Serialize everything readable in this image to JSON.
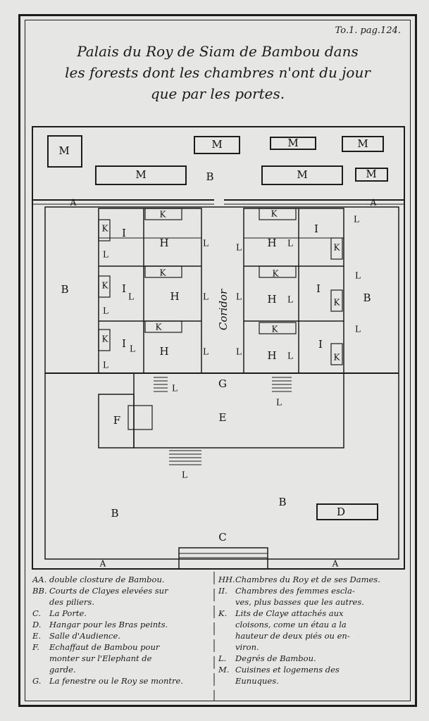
{
  "page_ref": "To.1. pag.124.",
  "title_lines": [
    "Palais du Roy de Siam de Bambou dans",
    "les forests dont les chambres n'ont du jour",
    "que par les portes."
  ],
  "plan_labels": {
    "M": "M",
    "B": "B",
    "A": "A",
    "K": "K",
    "I": "I",
    "H": "H",
    "L": "L",
    "G": "G",
    "E": "E",
    "F": "F",
    "D": "D",
    "C": "C",
    "corridor": "Coridor"
  },
  "legend_left": [
    {
      "key": "AA.",
      "lines": [
        "double closture de Bambou."
      ]
    },
    {
      "key": "BB.",
      "lines": [
        "Courts de Clayes elevées sur",
        "des piliers."
      ]
    },
    {
      "key": "C.",
      "lines": [
        "La Porte."
      ]
    },
    {
      "key": "D.",
      "lines": [
        "Hangar pour les Bras peints."
      ]
    },
    {
      "key": "E.",
      "lines": [
        "Salle d'Audience."
      ]
    },
    {
      "key": "F.",
      "lines": [
        "Echaffaut de Bambou pour",
        "monter sur l'Elephant de",
        "garde."
      ]
    },
    {
      "key": "G.",
      "lines": [
        "La fenestre ou le Roy se montre."
      ]
    }
  ],
  "legend_right": [
    {
      "key": "HH.",
      "lines": [
        "Chambres du Roy et de ses Dames."
      ]
    },
    {
      "key": "II.",
      "lines": [
        "Chambres des femmes escla-",
        "ves, plus basses que les autres."
      ]
    },
    {
      "key": "K.",
      "lines": [
        "Lits de Claye attachés aux",
        "cloisons, come un étau a la",
        "hauteur de deux piés ou en-",
        "viron."
      ]
    },
    {
      "key": "L.",
      "lines": [
        "Degrés de Bambou."
      ]
    },
    {
      "key": "M.",
      "lines": [
        "Cuisines et logemens des",
        "Eunuques."
      ]
    }
  ]
}
